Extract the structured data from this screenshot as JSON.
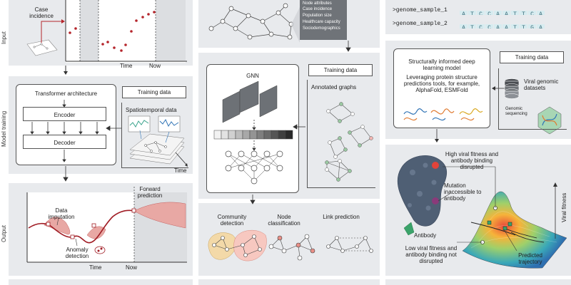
{
  "row_labels": {
    "input": "Input",
    "training": "Model training",
    "output": "Output"
  },
  "left": {
    "case_incidence": "Case incidence",
    "time": "Time",
    "now": "Now",
    "transformer_architecture": "Transformer architecture",
    "encoder": "Encoder",
    "decoder": "Decoder",
    "training_data": "Training data",
    "spatiotemporal_data": "Spatiotemporal data",
    "time_axis": "Time",
    "forward_prediction": "Forward prediction",
    "data_imputation": "Data imputation",
    "anomaly_detection": "Anomaly detection",
    "out_time": "Time",
    "out_now": "Now"
  },
  "middle": {
    "node_attributes_title": "Node attributes",
    "node_attributes": [
      "Case incidence",
      "Population size",
      "Healthcare capacity",
      "Sociodemographics"
    ],
    "gnn": "GNN",
    "training_data": "Training data",
    "annotated_graphs": "Annotated graphs",
    "community_detection": "Community detection",
    "node_classification": "Node classification",
    "link_prediction": "Link prediction"
  },
  "right": {
    "genome_1_label": ">genome_sample_1",
    "genome_1_seq": [
      "A",
      "T",
      "C",
      "C",
      "A",
      "A",
      "T",
      "T",
      "C",
      "A"
    ],
    "genome_2_label": ">genome_sample_2",
    "genome_2_seq": [
      "A",
      "T",
      "C",
      "C",
      "A",
      "A",
      "T",
      "T",
      "G",
      "A"
    ],
    "ellipsis": "...",
    "model_title": "Structurally informed deep learning model",
    "model_desc": "Leveraging protein structure predictions tools, for example, AlphaFold, ESMFold",
    "training_data": "Training data",
    "viral_genomic_datasets": "Viral genomic datasets",
    "genomic_sequencing": "Genomic sequencing",
    "high_fitness": "High viral fitness and antibody binding disrupted",
    "mutation": "Mutation inaccessible to antibody",
    "antibody": "Antibody",
    "low_fitness": "Low viral fitness and antibody binding not disrupted",
    "predicted_trajectory": "Predicted trajectory",
    "viral_fitness": "Viral fitness"
  }
}
